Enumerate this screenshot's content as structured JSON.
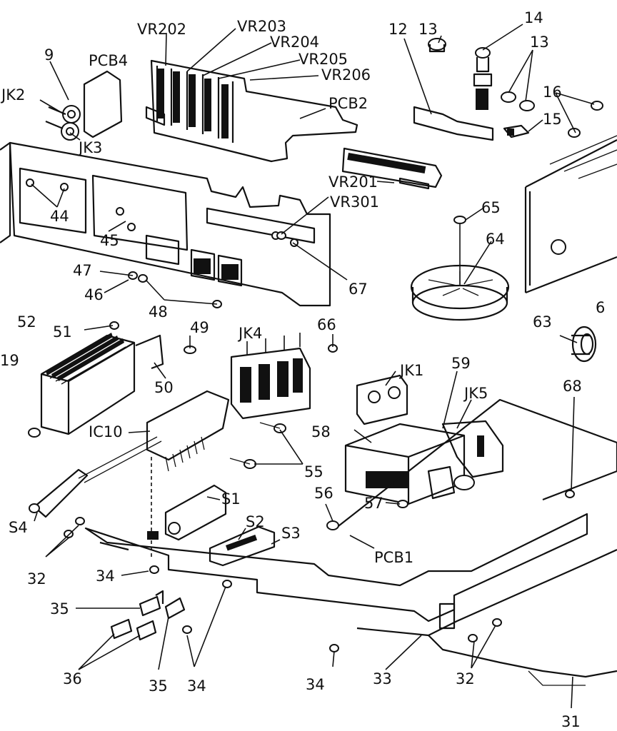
{
  "labels": {
    "vr202": "VR202",
    "vr203": "VR203",
    "vr204": "VR204",
    "vr205": "VR205",
    "vr206": "VR206",
    "pcb4": "PCB4",
    "n9": "9",
    "jk2": "JK2",
    "jk3": "JK3",
    "pcb2": "PCB2",
    "n12": "12",
    "n13_top": "13",
    "n14": "14",
    "n13_right": "13",
    "n16": "16",
    "n15": "15",
    "vr201": "VR201",
    "vr301": "VR301",
    "n44": "44",
    "n45": "45",
    "n65": "65",
    "n64": "64",
    "n47": "47",
    "n46": "46",
    "n48": "48",
    "n67": "67",
    "n63": "63",
    "n6_partial": "6",
    "n52": "52",
    "n51": "51",
    "n49": "49",
    "jk4": "JK4",
    "n66": "66",
    "n19_partial": "19",
    "n50": "50",
    "jk1": "JK1",
    "n59": "59",
    "jk5": "JK5",
    "n68": "68",
    "ic10": "IC10",
    "n58": "58",
    "n55": "55",
    "n56": "56",
    "n57": "57",
    "s1": "S1",
    "s4": "S4",
    "s2": "S2",
    "s3": "S3",
    "pcb1": "PCB1",
    "n32_left": "32",
    "n34_a": "34",
    "n35_a": "35",
    "n36": "36",
    "n35_b": "35",
    "n34_b": "34",
    "n34_c": "34",
    "n33": "33",
    "n32_right": "32",
    "n31": "31"
  }
}
